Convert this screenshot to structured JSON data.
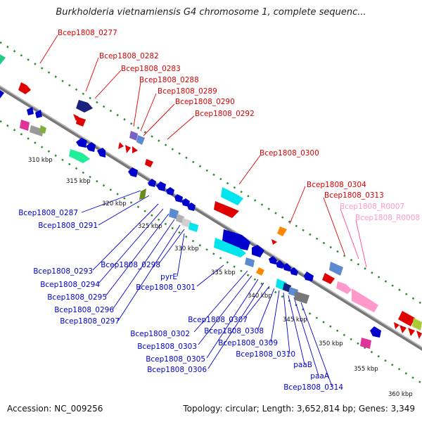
{
  "header": {
    "title": "Burkholderia vietnamiensis G4 chromosome 1, complete sequenc..."
  },
  "footer": {
    "accession": "Accession: NC_009256",
    "topology": "Topology: circular; Length: 3,652,814 bp; Genes: 3,349"
  },
  "colors": {
    "forward_gene_label": "#dd0000",
    "reverse_gene_label": "#0000cc",
    "rna_label": "#ff99cc",
    "backbone": "#888888",
    "scale_dots": "#339933"
  },
  "scale_ticks": [
    "310 kbp",
    "315 kbp",
    "320 kbp",
    "325 kbp",
    "330 kbp",
    "335 kbp",
    "340 kbp",
    "345 kbp",
    "350 kbp",
    "355 kbp",
    "360 kbp"
  ],
  "forward_labels": [
    "Bcep1808_0277",
    "Bcep1808_0282",
    "Bcep1808_0283",
    "Bcep1808_0288",
    "Bcep1808_0289",
    "Bcep1808_0290",
    "Bcep1808_0292",
    "Bcep1808_0300",
    "Bcep1808_0304",
    "Bcep1808_0313"
  ],
  "rna_labels": [
    "Bcep1808_R0007",
    "Bcep1808_R0008"
  ],
  "reverse_labels": [
    "Bcep1808_0287",
    "Bcep1808_0291",
    "Bcep1808_0293",
    "Bcep1808_0294",
    "Bcep1808_0295",
    "Bcep1808_0296",
    "Bcep1808_0297",
    "Bcep1808_0298",
    "pyrE",
    "Bcep1808_0301",
    "Bcep1808_0302",
    "Bcep1808_0303",
    "Bcep1808_0305",
    "Bcep1808_0306",
    "Bcep1808_0307",
    "Bcep1808_0308",
    "Bcep1808_0309",
    "Bcep1808_0310",
    "paaB",
    "paaA",
    "Bcep1808_0314"
  ]
}
